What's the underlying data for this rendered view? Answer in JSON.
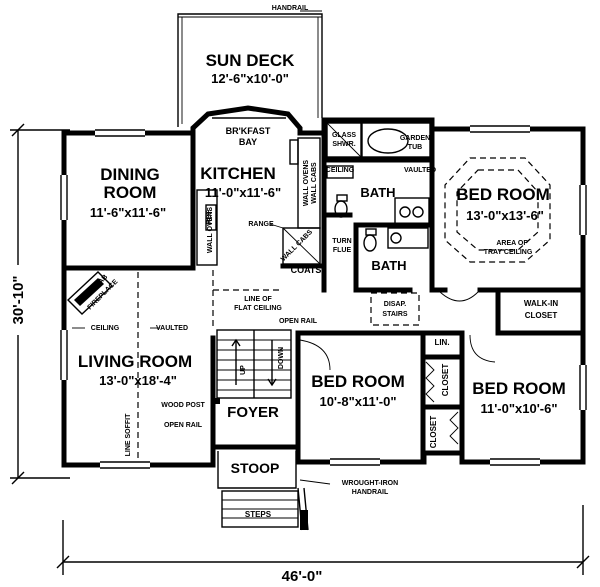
{
  "plan": {
    "handrail_top": "HANDRAIL",
    "sun_deck": {
      "name": "SUN DECK",
      "size": "12'-6\"x10'-0\""
    },
    "breakfast_bay": {
      "line1": "BR'KFAST",
      "line2": "BAY"
    },
    "kitchen": {
      "name": "KITCHEN",
      "size": "11'-0\"x11'-6\""
    },
    "dining": {
      "line1": "DINING",
      "line2": "ROOM",
      "size": "11'-6\"x11'-6\""
    },
    "glass_shwr": {
      "line1": "GLASS",
      "line2": "SHWR."
    },
    "garden_tub": {
      "line1": "GARDEN",
      "line2": "TUB"
    },
    "vaulted_bath": {
      "line1": "VAULTED",
      "line2": "CEILING"
    },
    "bath_master": "BATH",
    "bath_2": "BATH",
    "bedroom_master": {
      "name": "BED ROOM",
      "size": "13'-0\"x13'-6\"",
      "note1": "AREA OF",
      "note2": "TRAY CEILING"
    },
    "range": "RANGE",
    "wall_ovens": "WALL OVENS",
    "wall_cabs": "WALL CABS",
    "ref": "REF.",
    "turn_flue": {
      "line1": "TURN",
      "line2": "FLUE"
    },
    "coats": "COATS",
    "fireplace": {
      "line1": "PRE-FAB",
      "line2": "FIREPLACE"
    },
    "ceiling_label": "CEILING",
    "vaulted_label": "VAULTED",
    "flat_ceiling": {
      "line1": "LINE OF",
      "line2": "FLAT CEILING"
    },
    "open_rail_top": "OPEN RAIL",
    "disap_stairs": {
      "line1": "DISAP.",
      "line2": "STAIRS"
    },
    "walkin_closet": {
      "line1": "WALK-IN",
      "line2": "CLOSET"
    },
    "living": {
      "name": "LIVING ROOM",
      "size": "13'-0\"x18'-4\""
    },
    "up": "UP",
    "down": "DOWN",
    "wood_post": "WOOD POST",
    "open_rail": "OPEN RAIL",
    "line_soffit": "LINE SOFFIT",
    "foyer": "FOYER",
    "bedroom_mid": {
      "name": "BED ROOM",
      "size": "10'-8\"x11'-0\""
    },
    "lin": "LIN.",
    "closet_a": "CLOSET",
    "closet_b": "CLOSET",
    "bedroom_right": {
      "name": "BED ROOM",
      "size": "11'-0\"x10'-6\""
    },
    "stoop": "STOOP",
    "steps": "STEPS",
    "wrought_iron": {
      "line1": "WROUGHT-IRON",
      "line2": "HANDRAIL"
    },
    "dim_width": "46'-0\"",
    "dim_depth": "30'-10\""
  }
}
